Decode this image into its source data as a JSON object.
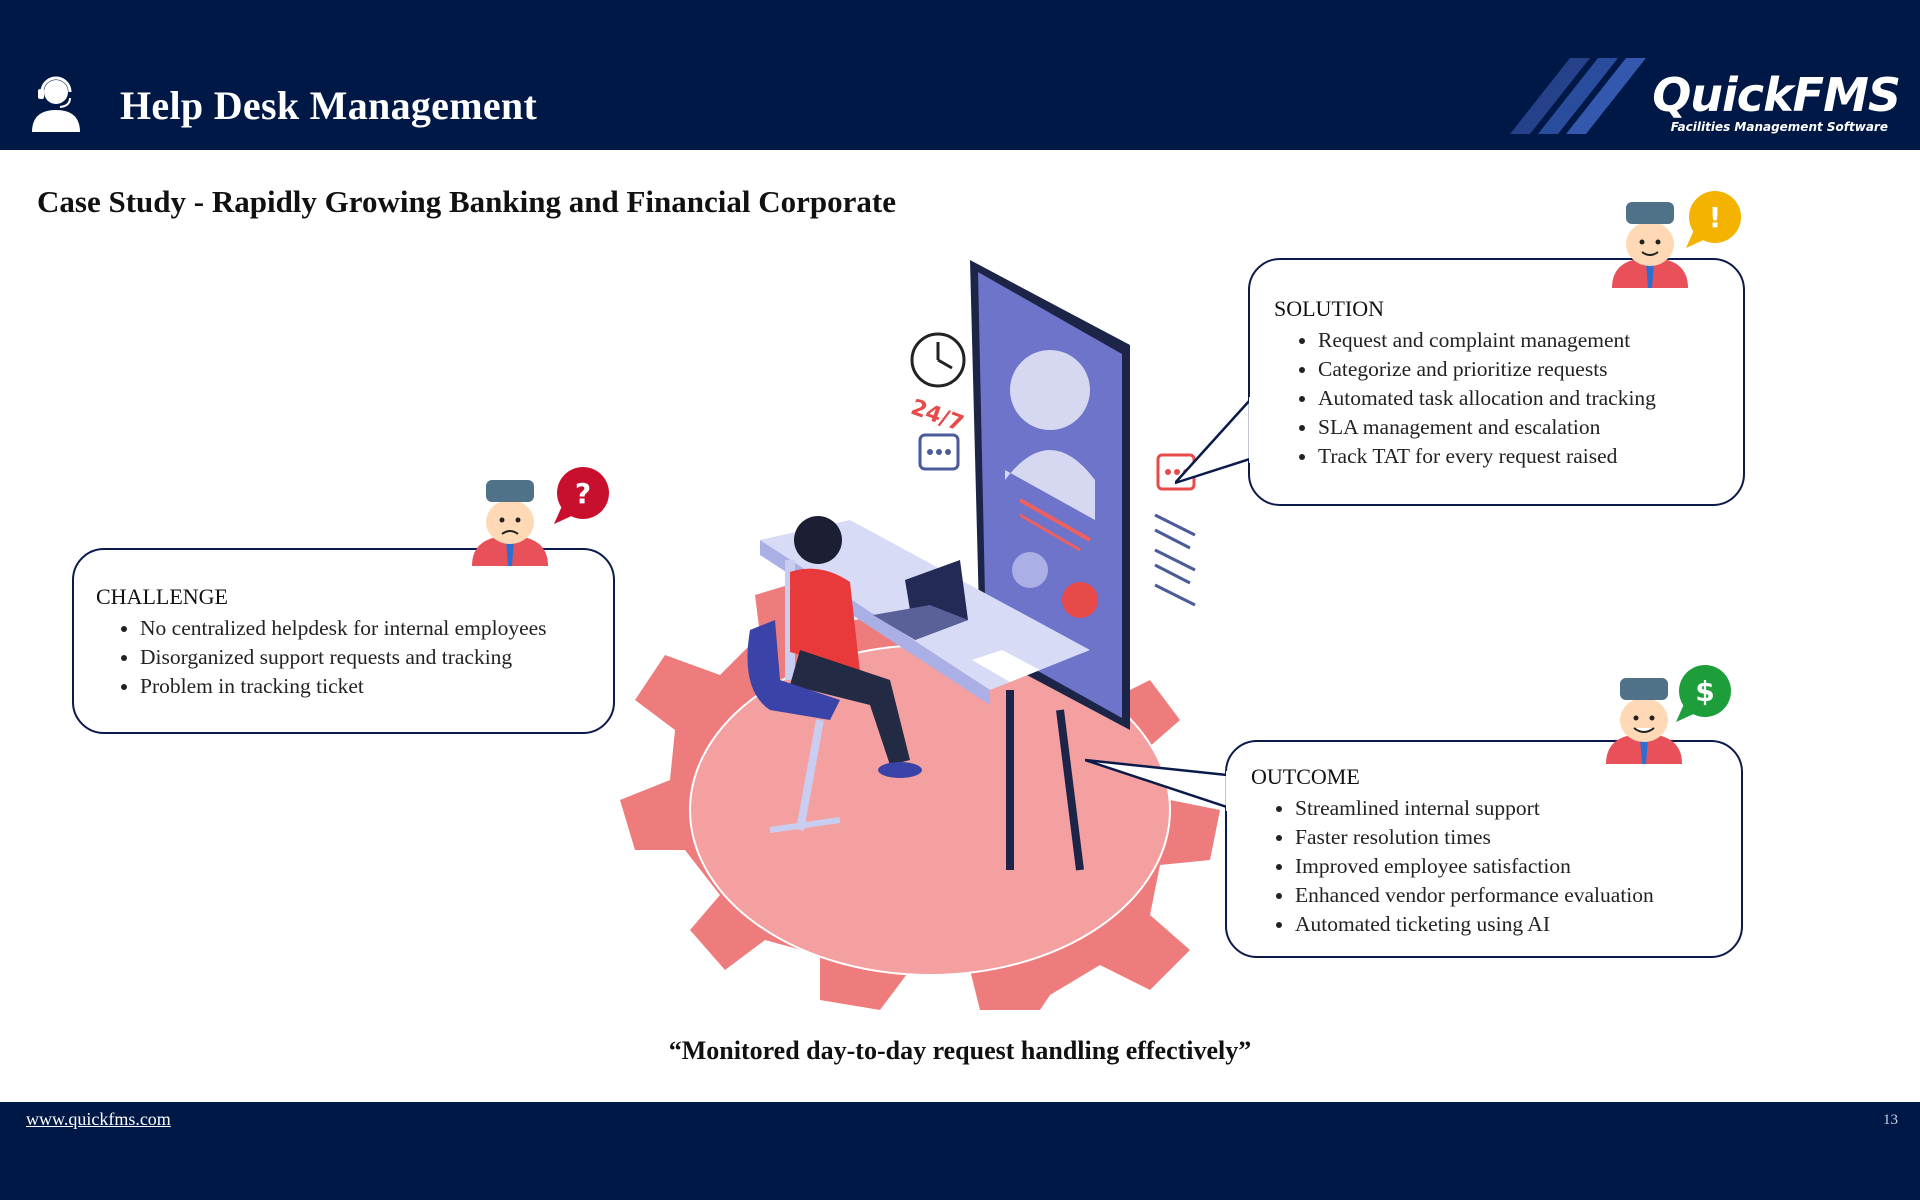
{
  "header": {
    "title": "Help Desk Management"
  },
  "logo": {
    "name": "QuickFMS",
    "tagline": "Facilities Management Software"
  },
  "subtitle": "Case Study - Rapidly Growing Banking and Financial Corporate",
  "challenge": {
    "title": "CHALLENGE",
    "items": [
      "No centralized helpdesk for internal employees",
      "Disorganized support requests and tracking",
      "Problem in tracking ticket"
    ]
  },
  "solution": {
    "title": "SOLUTION",
    "items": [
      "Request and complaint management",
      "Categorize and prioritize requests",
      "Automated task allocation and tracking",
      "SLA management and escalation",
      "Track TAT for every request raised"
    ]
  },
  "outcome": {
    "title": "OUTCOME",
    "items": [
      "Streamlined internal support",
      "Faster resolution times",
      "Improved employee satisfaction",
      "Enhanced vendor performance evaluation",
      "Automated ticketing using AI"
    ]
  },
  "illustration": {
    "badge_text": "24/7"
  },
  "bubbles": {
    "question": "?",
    "exclaim": "!",
    "dollar": "$"
  },
  "quote": "“Monitored day-to-day request handling effectively”",
  "footer": {
    "link": "www.quickfms.com",
    "page": "13"
  },
  "colors": {
    "navy": "#001845",
    "gear": "#f08080",
    "question": "#c8102e",
    "exclaim": "#f5b301",
    "dollar": "#1e9e3a"
  }
}
